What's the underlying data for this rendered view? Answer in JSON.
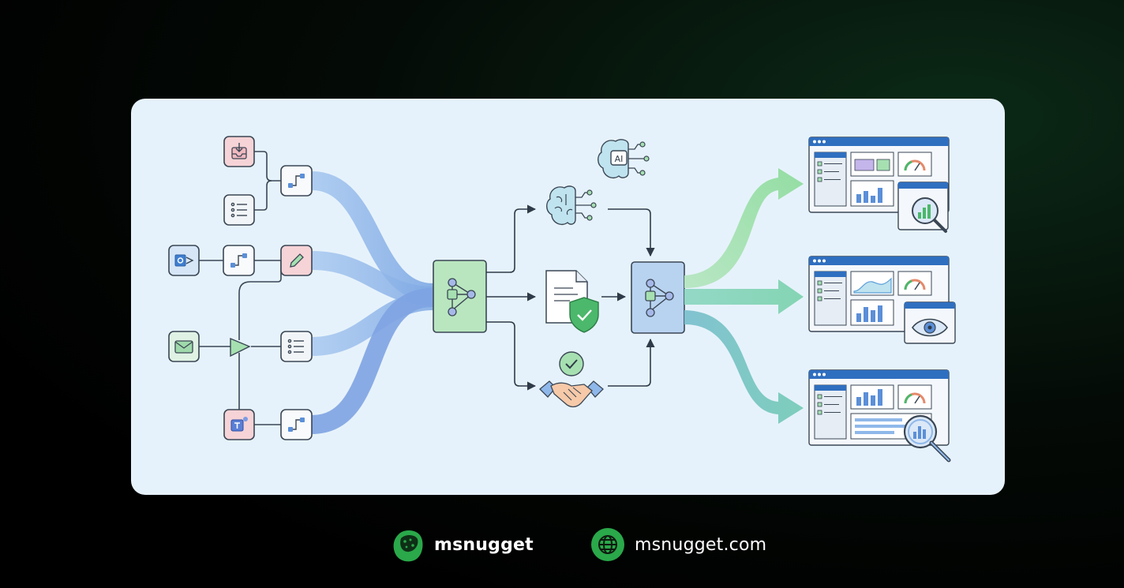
{
  "diagram": {
    "ai_badge": "AI"
  },
  "footer": {
    "brand_name": "msnugget",
    "website": "msnugget.com"
  },
  "colors": {
    "card_background": "#e6f2fb",
    "flow_blue": "#8fb8ea",
    "flow_green": "#9fdcab",
    "flow_teal": "#7fcfc0",
    "node_green": "#b9e6bf",
    "node_blue": "#b8d3f0",
    "dashboard_header": "#2f6fc0",
    "brand_green": "#2aa84a"
  },
  "icons": {
    "sources": [
      "inbox-download-icon",
      "checklist-icon",
      "outlook-icon",
      "email-icon",
      "edit-icon",
      "checklist-icon",
      "teams-icon"
    ],
    "connectors": [
      "connector-icon",
      "connector-icon",
      "connector-icon",
      "play-icon"
    ],
    "hubs": [
      "hub-network-icon",
      "hub-network-icon"
    ],
    "processors": [
      "ai-brain-icon",
      "ai-badge-brain-icon",
      "secure-document-icon",
      "handshake-approval-icon"
    ],
    "outputs": [
      "dashboard-icon",
      "dashboard-icon",
      "dashboard-icon",
      "magnifier-chart-icon",
      "eye-view-icon",
      "magnifier-chart-icon"
    ],
    "footer": [
      "nugget-logo-icon",
      "globe-icon"
    ]
  }
}
